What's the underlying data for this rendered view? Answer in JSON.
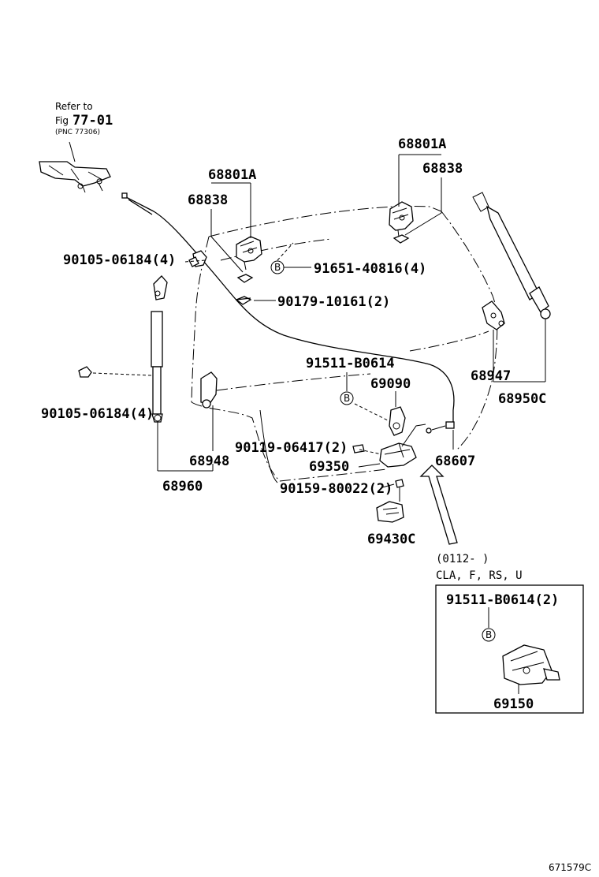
{
  "refer": {
    "line1": "Refer to",
    "fig_prefix": "Fig",
    "fig_number": "77-01",
    "pnc": "(PNC 77306)"
  },
  "labels": {
    "hinge_left_a": "68801A",
    "hinge_left_b": "68838",
    "hinge_right_a": "68801A",
    "hinge_right_b": "68838",
    "bolt_top_left": "90105-06184(4)",
    "bolt_mid_left": "90105-06184(4)",
    "bolt_hinge": "91651-40816(4)",
    "washer": "90179-10161(2)",
    "bolt_lock": "91511-B0614",
    "lock_motor": "69090",
    "stay_right_upper": "68947",
    "stay_right": "68950C",
    "stay_left_upper": "68948",
    "stay_left": "68960",
    "screw_lock": "90119-06417(2)",
    "lock_assy": "69350",
    "cable": "68607",
    "screw_striker": "90159-80022(2)",
    "striker": "69430C"
  },
  "inset": {
    "date_range": "(0112-        )",
    "models": "CLA, F, RS, U",
    "bolt": "91511-B0614(2)",
    "part": "69150"
  },
  "badges": {
    "b": "B"
  },
  "footer": {
    "code": "671579C"
  }
}
